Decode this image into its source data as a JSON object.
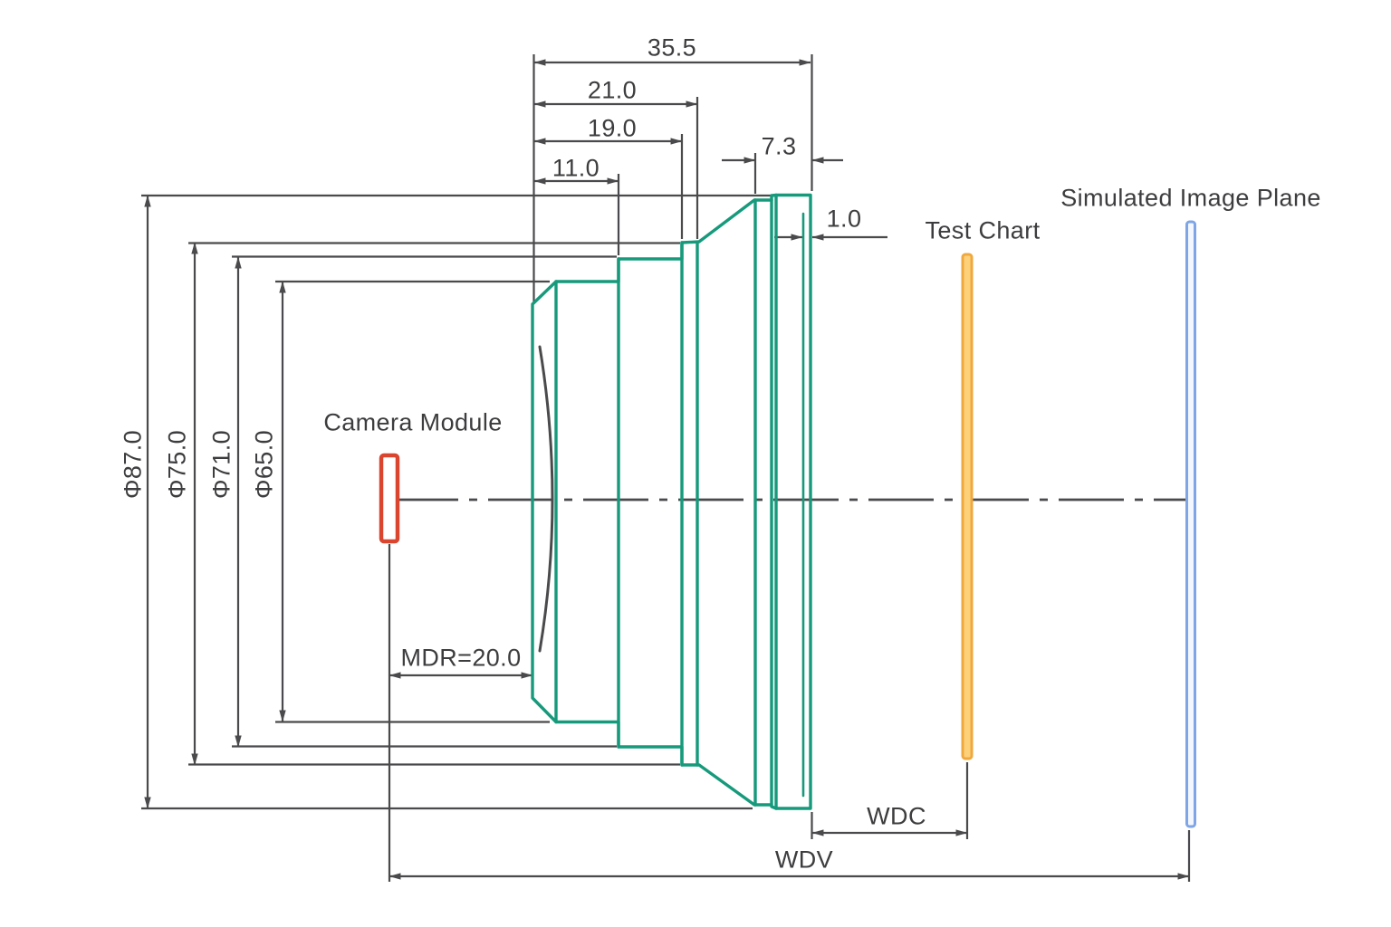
{
  "labels": {
    "camera_module": "Camera Module",
    "test_chart": "Test Chart",
    "simulated_image_plane": "Simulated Image Plane"
  },
  "dimensions": {
    "dim_35_5": "35.5",
    "dim_21_0": "21.0",
    "dim_19_0": "19.0",
    "dim_11_0": "11.0",
    "dim_7_3": "7.3",
    "dim_1_0": "1.0",
    "mdr": "MDR=20.0",
    "wdc": "WDC",
    "wdv": "WDV",
    "dia_87": "Φ87.0",
    "dia_75": "Φ75.0",
    "dia_71": "Φ71.0",
    "dia_65": "Φ65.0"
  },
  "colors": {
    "line": "#4a4a4c",
    "text": "#3d3d3f",
    "lens": "#169a7b",
    "camera": "#d9452f",
    "test_chart_fill": "#fdd07a",
    "test_chart_stroke": "#efa83d",
    "image_plane_fill": "#f3f7ff",
    "image_plane_stroke": "#7fa5e6",
    "background": "#ffffff"
  }
}
